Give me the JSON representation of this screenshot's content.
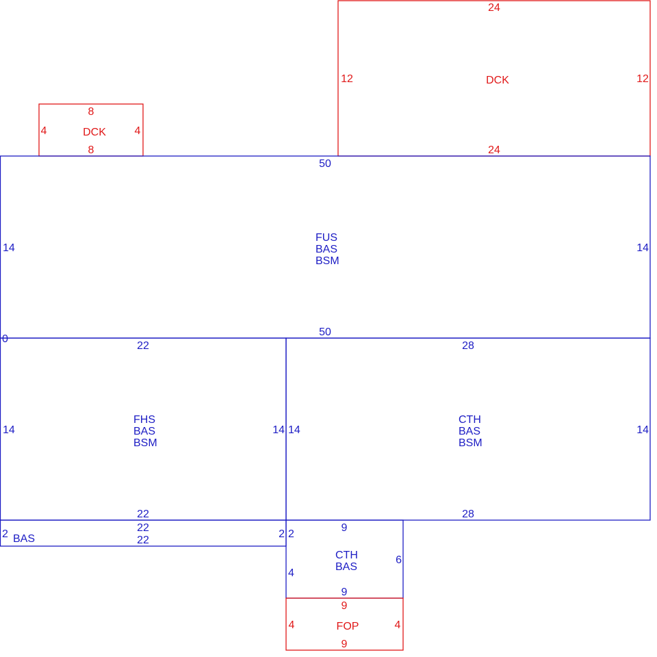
{
  "colors": {
    "deck_outline": "#e01818",
    "living_outline": "#1c1cc4"
  },
  "areas": [
    {
      "id": "deck-left",
      "color": "red",
      "labels": [
        "DCK"
      ],
      "dimensions": {
        "top": "8",
        "bottom": "8",
        "left": "4",
        "right": "4"
      }
    },
    {
      "id": "deck-right",
      "color": "red",
      "labels": [
        "DCK"
      ],
      "dimensions": {
        "top": "24",
        "bottom": "24",
        "left": "12",
        "right": "12"
      }
    },
    {
      "id": "main-upper",
      "color": "blue",
      "labels": [
        "FUS",
        "BAS",
        "BSM"
      ],
      "dimensions": {
        "top": "50",
        "bottom": "50",
        "left": "14",
        "right": "14"
      }
    },
    {
      "id": "lower-left",
      "color": "blue",
      "labels": [
        "FHS",
        "BAS",
        "BSM"
      ],
      "dimensions": {
        "top": "22",
        "bottom": "22",
        "left": "14",
        "right": "14"
      }
    },
    {
      "id": "lower-right",
      "color": "blue",
      "labels": [
        "CTH",
        "BAS",
        "BSM"
      ],
      "dimensions": {
        "top": "28",
        "bottom": "28",
        "left": "14",
        "right": "14"
      }
    },
    {
      "id": "strip",
      "color": "blue",
      "labels": [
        "BAS"
      ],
      "dimensions": {
        "top": "22",
        "bottom": "22",
        "left": "2",
        "right": "2"
      }
    },
    {
      "id": "small-cth",
      "color": "blue",
      "labels": [
        "CTH",
        "BAS"
      ],
      "dimensions": {
        "top": "9",
        "bottom": "9",
        "left_upper": "2",
        "left_lower": "4",
        "right": "6"
      }
    },
    {
      "id": "porch",
      "color": "red",
      "labels": [
        "FOP"
      ],
      "dimensions": {
        "top": "9",
        "bottom": "9",
        "left": "4",
        "right": "4"
      }
    }
  ],
  "extra_marks": {
    "origin_zero": "0"
  }
}
